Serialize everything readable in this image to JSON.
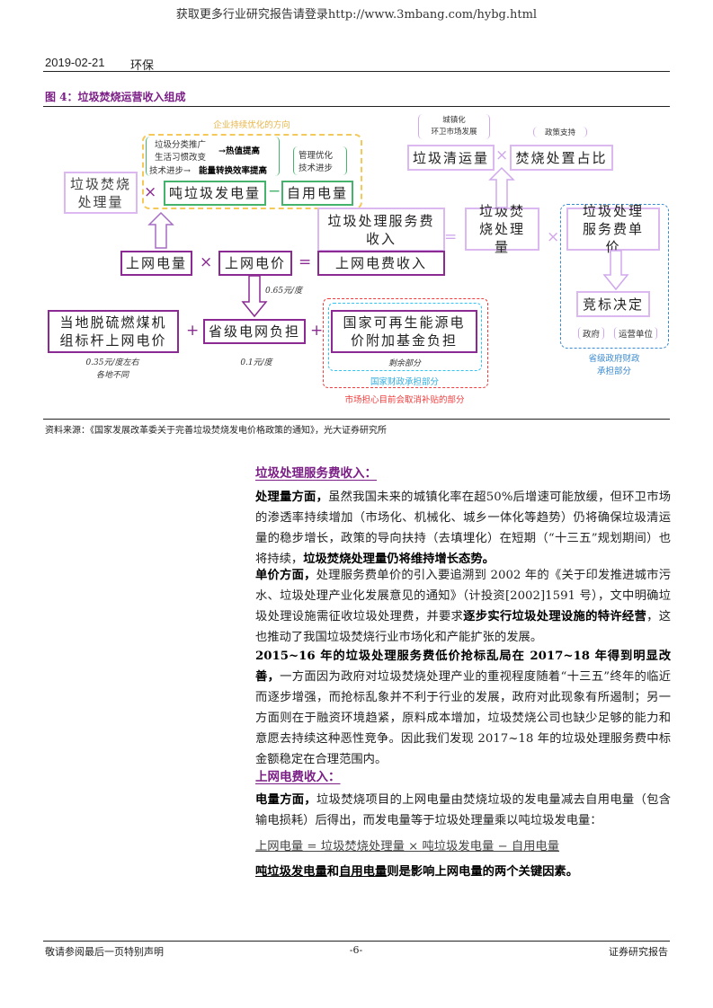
{
  "banner": "获取更多行业研究报告请登录http://www.3mbang.com/hybg.html",
  "header": {
    "date": "2019-02-21",
    "sector": "环保"
  },
  "figure": {
    "title": "图 4：垃圾焚烧运营收入组成",
    "optimize_label": "企业持续优化的方向",
    "opt_lines": [
      "垃圾分类推广",
      "生活习惯改变",
      "→热值提高",
      "技术进步→",
      "能量转换效率提高"
    ],
    "mgmt": [
      "管理优化",
      "技术进步"
    ],
    "boxes": {
      "waste_volume_left": "垃圾焚烧处理量",
      "per_ton_power": "吨垃圾发电量",
      "self_use": "自用电量",
      "service_fee_income": "垃圾处理服务费收入",
      "grid_power": "上网电量",
      "grid_price": "上网电价",
      "grid_income": "上网电费收入",
      "waste_volume_right": "垃圾焚烧处理量",
      "unit_fee": "垃圾处理服务费单价",
      "bidding": "竞标决定",
      "collection": "垃圾清运量",
      "incin_ratio": "焚烧处置占比",
      "coal_price": "当地脱硫燃煤机组标杆上网电价",
      "provincial": "省级电网负担",
      "renewable": "国家可再生能源电价附加基金负担"
    },
    "ops": {
      "times": "×",
      "minus": "−",
      "equals": "=",
      "plus": "+"
    },
    "notes": {
      "urbanization": [
        "城镇化",
        "环卫市场发展"
      ],
      "policy": "政策支持",
      "gov": "政府",
      "operator": "运营单位",
      "provincial_fiscal": [
        "省级政府财政",
        "承担部分"
      ],
      "price_065": "0.65元/度",
      "price_035": [
        "0.35元/度左右",
        "各地不同"
      ],
      "price_01": "0.1元/度",
      "remaining": "剩余部分",
      "national_fiscal": "国家财政承担部分",
      "subsidy_risk": "市场担心目前会取消补贴的部分"
    },
    "source": "资料来源：《国家发展改革委关于完善垃圾焚烧发电价格政策的通知》，光大证券研究所"
  },
  "body": {
    "h1": "垃圾处理服务费收入：",
    "p1": [
      "处理量方面，",
      "虽然我国未来的城镇化率在超50%后增速可能放缓，但环卫市场的渗透率持续增加（市场化、机械化、城乡一体化等趋势）仍将确保垃圾清运量的稳步增长，政策的导向扶持（去填埋化）在短期（“十三五”规划期间）也将持续，",
      "垃圾焚烧处理量仍将维持增长态势。"
    ],
    "p2": [
      "单价方面，",
      "处理服务费单价的引入要追溯到 2002 年的《关于印发推进城市污水、垃圾处理产业化发展意见的通知》（计投资[2002]1591 号），文中明确垃圾处理设施需征收垃圾处理费，并要求",
      "逐步实行垃圾处理设施的特许经营",
      "，这也推动了我国垃圾焚烧行业市场化和产能扩张的发展。"
    ],
    "p3": [
      "2015~16 年的垃圾处理服务费低价抢标乱局在 2017~18 年得到明显改善，",
      "一方面因为政府对垃圾焚烧处理产业的重视程度随着“十三五”终年的临近而逐步增强，而抢标乱象并不利于行业的发展，政府对此现象有所遏制；另一方面则在于融资环境趋紧，原料成本增加，垃圾焚烧公司也缺少足够的能力和意愿去持续这种恶性竞争。因此我们发现 2017~18 年的垃圾处理服务费中标金额稳定在合理范围内。"
    ],
    "h2": "上网电费收入：",
    "p4": [
      "电量方面，",
      "垃圾焚烧项目的上网电量由焚烧垃圾的发电量减去自用电量（包含输电损耗）后得出，而发电量等于垃圾处理量乘以吨垃圾发电量："
    ],
    "formula": "上网电量 = 垃圾焚烧处理量 × 吨垃圾发电量 − 自用电量",
    "p5": [
      "吨垃圾发电量",
      "和",
      "自用电量",
      "则是影响上网电量的两个关键因素。"
    ]
  },
  "footer": {
    "left": "敬请参阅最后一页特别声明",
    "center": "-6-",
    "right": "证券研究报告"
  }
}
